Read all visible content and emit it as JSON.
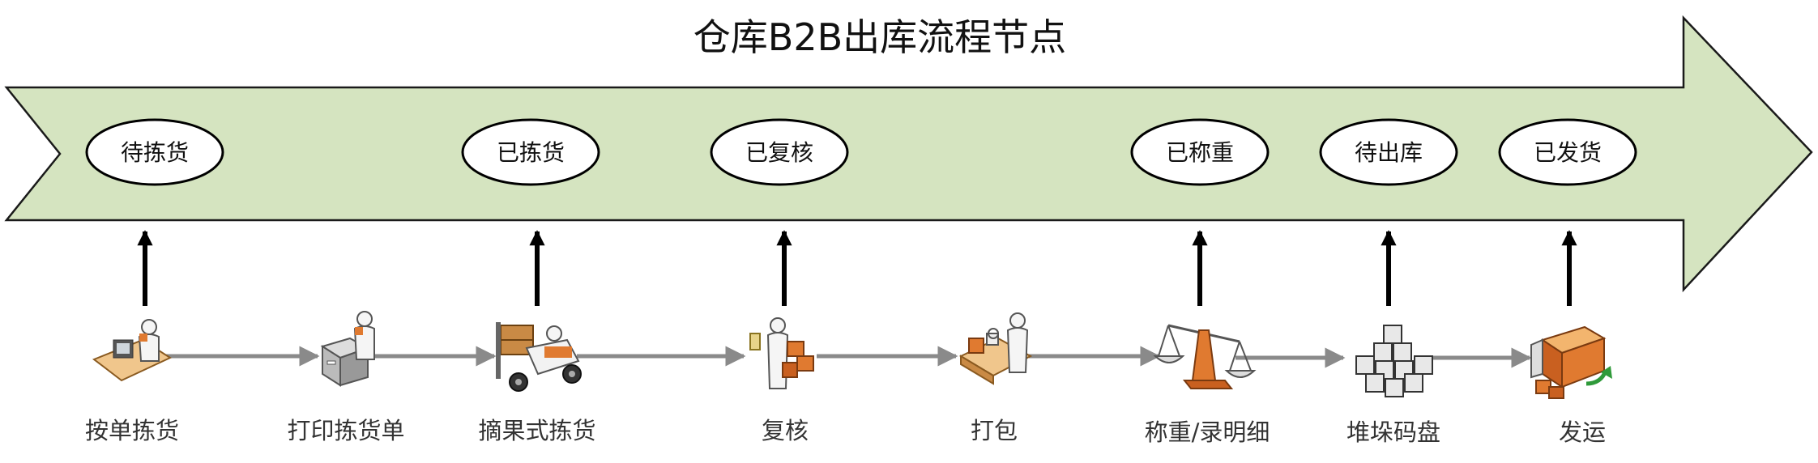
{
  "title": "仓库B2B出库流程节点",
  "colors": {
    "arrow_fill": "#d5e4c0",
    "arrow_stroke": "#1a1a1a",
    "connector": "#8a8a8a",
    "pointer": "#000000",
    "icon_orange": "#e07a30",
    "icon_gray": "#6b6b6b"
  },
  "statuses": [
    {
      "label": "待拣货"
    },
    {
      "label": "已拣货"
    },
    {
      "label": "已复核"
    },
    {
      "label": "已称重"
    },
    {
      "label": "待出库"
    },
    {
      "label": "已发货"
    }
  ],
  "steps": [
    {
      "label": "按单拣货",
      "icon": "desk-worker-icon"
    },
    {
      "label": "打印拣货单",
      "icon": "printer-worker-icon"
    },
    {
      "label": "摘果式拣货",
      "icon": "forklift-icon"
    },
    {
      "label": "复核",
      "icon": "checker-boxes-icon"
    },
    {
      "label": "打包",
      "icon": "packing-station-icon"
    },
    {
      "label": "称重/录明细",
      "icon": "scale-icon"
    },
    {
      "label": "堆垛码盘",
      "icon": "stacked-crates-icon"
    },
    {
      "label": "发运",
      "icon": "truck-icon"
    }
  ]
}
